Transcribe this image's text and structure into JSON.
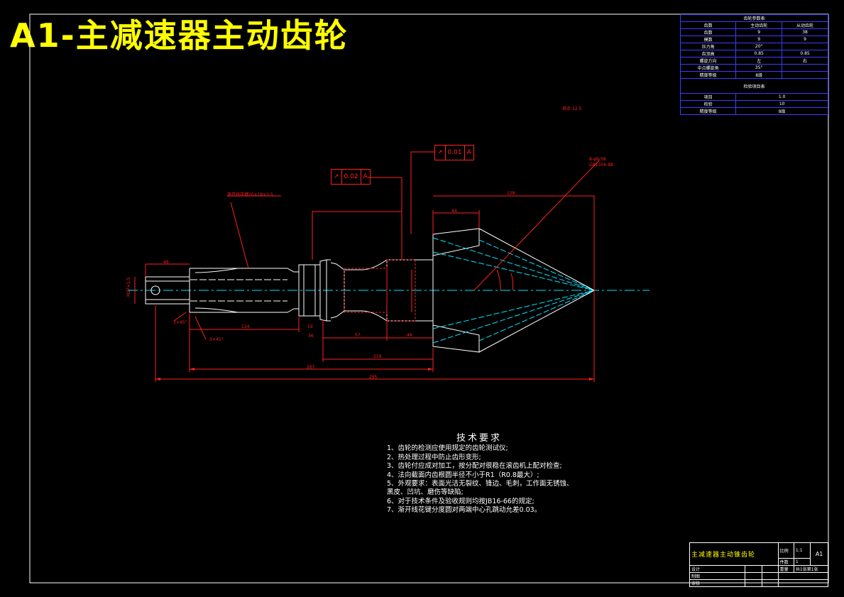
{
  "drawing_title": "A1-主减速器主动齿轮",
  "params_table": {
    "header": "齿轮参数表",
    "rows": [
      [
        "齿数",
        "主动齿轮",
        "从动齿轮"
      ],
      [
        "齿数",
        "9",
        "38"
      ],
      [
        "模数",
        "9",
        "9"
      ],
      [
        "压力角",
        "20°",
        ""
      ],
      [
        "齿顶高",
        "0.85",
        "0.85"
      ],
      [
        "螺旋方向",
        "左",
        "右"
      ],
      [
        "中点螺旋角",
        "35°",
        ""
      ],
      [
        "精度等级",
        "8级",
        ""
      ]
    ],
    "subheader": "检验项目表",
    "rows2": [
      [
        "项目",
        "1.0"
      ],
      [
        "检验",
        "10"
      ],
      [
        "精度等级",
        "8级"
      ]
    ]
  },
  "dims": {
    "d46": "46",
    "d114": "114",
    "d57": "57",
    "d49": "49",
    "d44": "44",
    "d128": "128",
    "d219": "219",
    "d267": "267",
    "d295": "295",
    "d19": "19",
    "d36": "36",
    "d3x45a": "3×45°",
    "d3x45b": "3×45°",
    "spline": "渐开线花键20×18×1.5",
    "thread": "M27×1.5",
    "ra": "其余 12.5",
    "mark": "8-φ6/38",
    "mark2": "GB1356-88"
  },
  "tolerances": [
    {
      "sym": "↗",
      "val": "0.02",
      "datum": "A"
    },
    {
      "sym": "↗",
      "val": "0.01",
      "datum": "A"
    }
  ],
  "tech_req": {
    "title": "技术要求",
    "lines": [
      "1、齿轮的检测应使用规定的齿轮测试仪;",
      "2、热处理过程中防止齿形变形;",
      "3、齿轮付应成对加工，按分配对很稳在滚齿机上配对检查;",
      "4、法向截面内齿根圆半径不小于R1（R0.8最大）;",
      "5、外观要求：表面光洁无裂纹、锋边、毛刺，工作面无锈蚀、",
      "   黑皮、凹坑、磨伤等缺陷;",
      "6、对于技术条件及验收规则均按JB16-66的规定;",
      "7、渐开线花键分度圆对两端中心孔跳动允差0.03。"
    ]
  },
  "title_block": {
    "name": "主减速器主动锥齿轮",
    "scale_label": "比例",
    "scale": "1:1",
    "qty_label": "件数",
    "qty": "1",
    "sheet": "A1",
    "r2a": "设计",
    "r2b": "重量",
    "r2c": "共1张第1张",
    "r3a": "制图",
    "r4a": "审核"
  },
  "colors": {
    "frame": "#ffffff",
    "part": "#ffffff",
    "dim": "#ff2020",
    "center": "#00e5ff",
    "title": "#ffff00",
    "table": "#3c3cff"
  }
}
